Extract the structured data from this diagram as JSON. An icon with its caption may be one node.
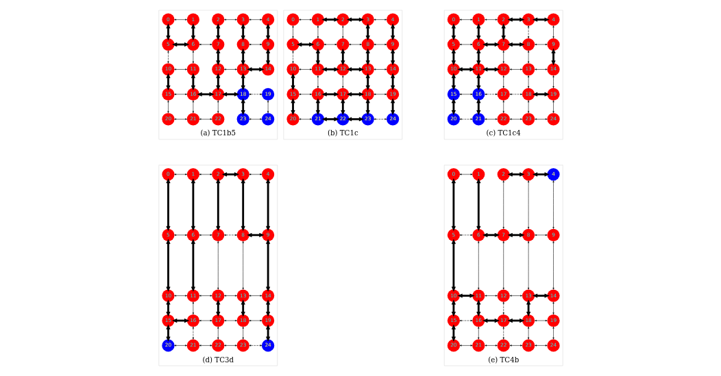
{
  "diagram": {
    "nodes": [
      {
        "text": [
          "(a) TC1b5"
        ]
      },
      {
        "text": [
          "0"
        ],
        "in": 0
      },
      {
        "text": [
          "1"
        ],
        "in": 0
      },
      {
        "text": [
          "2"
        ],
        "in": 0
      },
      {
        "text": [
          "3"
        ],
        "in": 0
      },
      {
        "text": [
          "4"
        ],
        "in": 0
      },
      {
        "text": [
          "5"
        ],
        "in": 0
      },
      {
        "text": [
          "6"
        ],
        "in": 0
      },
      {
        "text": [
          "7"
        ],
        "in": 0
      },
      {
        "text": [
          "8"
        ],
        "in": 0
      },
      {
        "text": [
          "9"
        ],
        "in": 0
      },
      {
        "text": [
          "10"
        ],
        "in": 0
      },
      {
        "text": [
          "11"
        ],
        "in": 0
      },
      {
        "text": [
          "12"
        ],
        "in": 0
      },
      {
        "text": [
          "13"
        ],
        "in": 0
      },
      {
        "text": [
          "14"
        ],
        "in": 0
      },
      {
        "text": [
          "15"
        ],
        "in": 0
      },
      {
        "text": [
          "16"
        ],
        "in": 0
      },
      {
        "text": [
          "17"
        ],
        "in": 0
      },
      {
        "text": [
          "18"
        ],
        "in": 0
      },
      {
        "text": [
          "19"
        ],
        "in": 0
      },
      {
        "text": [
          "20"
        ],
        "in": 0
      },
      {
        "text": [
          "21"
        ],
        "in": 0
      },
      {
        "text": [
          "22"
        ],
        "in": 0
      },
      {
        "text": [
          "23"
        ],
        "in": 0
      },
      {
        "text": [
          "24"
        ],
        "in": 0
      },
      {
        "text": [
          "(b) TC1c"
        ]
      },
      {
        "text": [
          "0"
        ],
        "in": 26
      },
      {
        "text": [
          "1"
        ],
        "in": 26
      },
      {
        "text": [
          "2"
        ],
        "in": 26
      },
      {
        "text": [
          "3"
        ],
        "in": 26
      },
      {
        "text": [
          "4"
        ],
        "in": 26
      },
      {
        "text": [
          "5"
        ],
        "in": 26
      },
      {
        "text": [
          "6"
        ],
        "in": 26
      },
      {
        "text": [
          "7"
        ],
        "in": 26
      },
      {
        "text": [
          "8"
        ],
        "in": 26
      },
      {
        "text": [
          "9"
        ],
        "in": 26
      },
      {
        "text": [
          "10"
        ],
        "in": 26
      },
      {
        "text": [
          "11"
        ],
        "in": 26
      },
      {
        "text": [
          "12"
        ],
        "in": 26
      },
      {
        "text": [
          "13"
        ],
        "in": 26
      },
      {
        "text": [
          "14"
        ],
        "in": 26
      },
      {
        "text": [
          "15"
        ],
        "in": 26
      },
      {
        "text": [
          "16"
        ],
        "in": 26
      },
      {
        "text": [
          "17"
        ],
        "in": 26
      },
      {
        "text": [
          "18"
        ],
        "in": 26
      },
      {
        "text": [
          "19"
        ],
        "in": 26
      },
      {
        "text": [
          "20"
        ],
        "in": 26
      },
      {
        "text": [
          "21"
        ],
        "in": 26
      },
      {
        "text": [
          "22"
        ],
        "in": 26
      },
      {
        "text": [
          "23"
        ],
        "in": 26
      },
      {
        "text": [
          "24"
        ],
        "in": 26
      },
      {
        "text": [
          "(c) TC1c4"
        ]
      },
      {
        "text": [
          "0"
        ],
        "in": 52
      },
      {
        "text": [
          "1"
        ],
        "in": 52
      },
      {
        "text": [
          "2"
        ],
        "in": 52
      },
      {
        "text": [
          "3"
        ],
        "in": 52
      },
      {
        "text": [
          "4"
        ],
        "in": 52
      },
      {
        "text": [
          "5"
        ],
        "in": 52
      },
      {
        "text": [
          "6"
        ],
        "in": 52
      },
      {
        "text": [
          "7"
        ],
        "in": 52
      },
      {
        "text": [
          "8"
        ],
        "in": 52
      },
      {
        "text": [
          "9"
        ],
        "in": 52
      },
      {
        "text": [
          "10"
        ],
        "in": 52
      },
      {
        "text": [
          "11"
        ],
        "in": 52
      },
      {
        "text": [
          "12"
        ],
        "in": 52
      },
      {
        "text": [
          "13"
        ],
        "in": 52
      },
      {
        "text": [
          "14"
        ],
        "in": 52
      },
      {
        "text": [
          "15"
        ],
        "in": 52
      },
      {
        "text": [
          "16"
        ],
        "in": 52
      },
      {
        "text": [
          "17"
        ],
        "in": 52
      },
      {
        "text": [
          "18"
        ],
        "in": 52
      },
      {
        "text": [
          "19"
        ],
        "in": 52
      },
      {
        "text": [
          "20"
        ],
        "in": 52
      },
      {
        "text": [
          "21"
        ],
        "in": 52
      },
      {
        "text": [
          "22"
        ],
        "in": 52
      },
      {
        "text": [
          "23"
        ],
        "in": 52
      },
      {
        "text": [
          "24"
        ],
        "in": 52
      },
      {
        "text": [
          "(d) TC3d"
        ]
      },
      {
        "text": [
          "0"
        ],
        "in": 78
      },
      {
        "text": [
          "1"
        ],
        "in": 78
      },
      {
        "text": [
          "2"
        ],
        "in": 78
      },
      {
        "text": [
          "3"
        ],
        "in": 78
      },
      {
        "text": [
          "4"
        ],
        "in": 78
      },
      {
        "text": [
          "5"
        ],
        "in": 78
      },
      {
        "text": [
          "6"
        ],
        "in": 78
      },
      {
        "text": [
          "7"
        ],
        "in": 78
      },
      {
        "text": [
          "8"
        ],
        "in": 78
      },
      {
        "text": [
          "9"
        ],
        "in": 78
      },
      {
        "text": [
          "10"
        ],
        "in": 78
      },
      {
        "text": [
          "11"
        ],
        "in": 78
      },
      {
        "text": [
          "12"
        ],
        "in": 78
      },
      {
        "text": [
          "13"
        ],
        "in": 78
      },
      {
        "text": [
          "14"
        ],
        "in": 78
      },
      {
        "text": [
          "15"
        ],
        "in": 78
      },
      {
        "text": [
          "16"
        ],
        "in": 78
      },
      {
        "text": [
          "17"
        ],
        "in": 78
      },
      {
        "text": [
          "18"
        ],
        "in": 78
      },
      {
        "text": [
          "19"
        ],
        "in": 78
      },
      {
        "text": [
          "20"
        ],
        "in": 78
      },
      {
        "text": [
          "21"
        ],
        "in": 78
      },
      {
        "text": [
          "22"
        ],
        "in": 78
      },
      {
        "text": [
          "23"
        ],
        "in": 78
      },
      {
        "text": [
          "24"
        ],
        "in": 78
      },
      {
        "text": [
          "(e) TC4b"
        ]
      },
      {
        "text": [
          "0"
        ],
        "in": 104
      },
      {
        "text": [
          "1"
        ],
        "in": 104
      },
      {
        "text": [
          "2"
        ],
        "in": 104
      },
      {
        "text": [
          "3"
        ],
        "in": 104
      },
      {
        "text": [
          "4"
        ],
        "in": 104
      },
      {
        "text": [
          "5"
        ],
        "in": 104
      },
      {
        "text": [
          "6"
        ],
        "in": 104
      },
      {
        "text": [
          "7"
        ],
        "in": 104
      },
      {
        "text": [
          "8"
        ],
        "in": 104
      },
      {
        "text": [
          "9"
        ],
        "in": 104
      },
      {
        "text": [
          "10"
        ],
        "in": 104
      },
      {
        "text": [
          "11"
        ],
        "in": 104
      },
      {
        "text": [
          "12"
        ],
        "in": 104
      },
      {
        "text": [
          "13"
        ],
        "in": 104
      },
      {
        "text": [
          "14"
        ],
        "in": 104
      },
      {
        "text": [
          "15"
        ],
        "in": 104
      },
      {
        "text": [
          "16"
        ],
        "in": 104
      },
      {
        "text": [
          "17"
        ],
        "in": 104
      },
      {
        "text": [
          "18"
        ],
        "in": 104
      },
      {
        "text": [
          "19"
        ],
        "in": 104
      },
      {
        "text": [
          "20"
        ],
        "in": 104
      },
      {
        "text": [
          "21"
        ],
        "in": 104
      },
      {
        "text": [
          "22"
        ],
        "in": 104
      },
      {
        "text": [
          "23"
        ],
        "in": 104
      },
      {
        "text": [
          "24"
        ],
        "in": 104
      }
    ],
    "edges": [
      {
        "from": 1,
        "to": 2,
        "arrow": "both"
      },
      {
        "from": 3,
        "to": 4,
        "arrow": "both"
      },
      {
        "from": 4,
        "to": 5,
        "arrow": "both"
      },
      {
        "from": 6,
        "to": 7,
        "arrow": "both",
        "style": "thick"
      },
      {
        "from": 7,
        "to": 8,
        "arrow": "both"
      },
      {
        "from": 9,
        "to": 10,
        "arrow": "both"
      },
      {
        "from": 11,
        "to": 12,
        "arrow": "both"
      },
      {
        "from": 13,
        "to": 14,
        "arrow": "both"
      },
      {
        "from": 14,
        "to": 15,
        "arrow": "both",
        "style": "thick"
      },
      {
        "from": 16,
        "to": 17,
        "arrow": "both"
      },
      {
        "from": 17,
        "to": 18,
        "arrow": "both",
        "style": "thick"
      },
      {
        "from": 18,
        "to": 19,
        "arrow": "both",
        "style": "thick"
      },
      {
        "from": 19,
        "to": 20,
        "arrow": "both",
        "style": "dashed"
      },
      {
        "from": 21,
        "to": 22,
        "arrow": "both"
      },
      {
        "from": 22,
        "to": 23,
        "arrow": "both"
      },
      {
        "from": 24,
        "to": 25,
        "arrow": "both"
      },
      {
        "from": 1,
        "to": 6,
        "arrow": "both",
        "style": "thick"
      },
      {
        "from": 2,
        "to": 7,
        "arrow": "both",
        "style": "thick"
      },
      {
        "from": 3,
        "to": 8,
        "arrow": "both",
        "style": "thick"
      },
      {
        "from": 4,
        "to": 9,
        "arrow": "both",
        "style": "thick"
      },
      {
        "from": 5,
        "to": 10,
        "arrow": "both",
        "style": "thick"
      },
      {
        "from": 6,
        "to": 11,
        "arrow": "both",
        "style": "dashed"
      },
      {
        "from": 7,
        "to": 12,
        "arrow": "both"
      },
      {
        "from": 8,
        "to": 13,
        "arrow": "both",
        "style": "thick"
      },
      {
        "from": 9,
        "to": 14,
        "arrow": "both",
        "style": "thick"
      },
      {
        "from": 10,
        "to": 15,
        "arrow": "both",
        "style": "thick"
      },
      {
        "from": 11,
        "to": 16,
        "arrow": "both",
        "style": "thick"
      },
      {
        "from": 12,
        "to": 17,
        "arrow": "both",
        "style": "thick"
      },
      {
        "from": 13,
        "to": 18,
        "arrow": "both",
        "style": "thick"
      },
      {
        "from": 14,
        "to": 19,
        "arrow": "both",
        "style": "thick"
      },
      {
        "from": 16,
        "to": 21,
        "arrow": "both"
      },
      {
        "from": 17,
        "to": 22,
        "arrow": "both"
      },
      {
        "from": 18,
        "to": 23,
        "arrow": "both"
      },
      {
        "from": 19,
        "to": 24,
        "arrow": "both",
        "style": "thick"
      },
      {
        "from": 20,
        "to": 25,
        "arrow": "both"
      },
      {
        "from": 27,
        "to": 28,
        "arrow": "both"
      },
      {
        "from": 28,
        "to": 29,
        "arrow": "both",
        "style": "thick"
      },
      {
        "from": 29,
        "to": 30,
        "arrow": "both",
        "style": "thick"
      },
      {
        "from": 30,
        "to": 31,
        "arrow": "both"
      },
      {
        "from": 32,
        "to": 33,
        "arrow": "both",
        "style": "thick"
      },
      {
        "from": 33,
        "to": 34,
        "arrow": "both"
      },
      {
        "from": 34,
        "to": 35,
        "arrow": "both"
      },
      {
        "from": 35,
        "to": 36,
        "arrow": "both"
      },
      {
        "from": 37,
        "to": 38,
        "arrow": "both"
      },
      {
        "from": 38,
        "to": 39,
        "arrow": "both",
        "style": "thick"
      },
      {
        "from": 39,
        "to": 40,
        "arrow": "both",
        "style": "thick"
      },
      {
        "from": 40,
        "to": 41,
        "arrow": "both"
      },
      {
        "from": 42,
        "to": 43,
        "arrow": "both"
      },
      {
        "from": 43,
        "to": 44,
        "arrow": "both",
        "style": "thick"
      },
      {
        "from": 44,
        "to": 45,
        "arrow": "both",
        "style": "thick"
      },
      {
        "from": 45,
        "to": 46,
        "arrow": "both"
      },
      {
        "from": 47,
        "to": 48,
        "arrow": "both"
      },
      {
        "from": 48,
        "to": 49,
        "arrow": "both",
        "style": "thick"
      },
      {
        "from": 49,
        "to": 50,
        "arrow": "both",
        "style": "thick"
      },
      {
        "from": 50,
        "to": 51,
        "arrow": "both",
        "style": "dashed"
      },
      {
        "from": 27,
        "to": 32,
        "arrow": "both"
      },
      {
        "from": 28,
        "to": 33,
        "arrow": "both"
      },
      {
        "from": 29,
        "to": 34,
        "arrow": "both"
      },
      {
        "from": 30,
        "to": 35,
        "arrow": "both",
        "style": "thick"
      },
      {
        "from": 31,
        "to": 36,
        "arrow": "both",
        "style": "thick"
      },
      {
        "from": 32,
        "to": 37,
        "arrow": "both",
        "style": "dashed"
      },
      {
        "from": 33,
        "to": 38,
        "arrow": "both",
        "style": "thick"
      },
      {
        "from": 34,
        "to": 39,
        "arrow": "both",
        "style": "thick"
      },
      {
        "from": 35,
        "to": 40,
        "arrow": "both",
        "style": "thick"
      },
      {
        "from": 36,
        "to": 41,
        "arrow": "both",
        "style": "thick"
      },
      {
        "from": 37,
        "to": 42,
        "arrow": "both",
        "style": "thick"
      },
      {
        "from": 38,
        "to": 43,
        "arrow": "both"
      },
      {
        "from": 39,
        "to": 44,
        "arrow": "both"
      },
      {
        "from": 40,
        "to": 45,
        "arrow": "both",
        "style": "thick"
      },
      {
        "from": 41,
        "to": 46,
        "arrow": "both",
        "style": "thick"
      },
      {
        "from": 42,
        "to": 47,
        "arrow": "both",
        "style": "thick"
      },
      {
        "from": 43,
        "to": 48,
        "arrow": "both",
        "style": "thick"
      },
      {
        "from": 44,
        "to": 49,
        "arrow": "both",
        "style": "thick"
      },
      {
        "from": 45,
        "to": 50,
        "arrow": "both",
        "style": "thick"
      },
      {
        "from": 46,
        "to": 51,
        "arrow": "both",
        "style": "thick"
      },
      {
        "from": 53,
        "to": 54,
        "arrow": "both"
      },
      {
        "from": 54,
        "to": 55,
        "arrow": "both"
      },
      {
        "from": 55,
        "to": 56,
        "arrow": "both",
        "style": "thick"
      },
      {
        "from": 56,
        "to": 57,
        "arrow": "both",
        "style": "thick"
      },
      {
        "from": 58,
        "to": 59,
        "arrow": "both"
      },
      {
        "from": 59,
        "to": 60,
        "arrow": "both",
        "style": "thick"
      },
      {
        "from": 60,
        "to": 61,
        "arrow": "both",
        "style": "thick"
      },
      {
        "from": 61,
        "to": 62,
        "arrow": "both"
      },
      {
        "from": 63,
        "to": 64,
        "arrow": "both",
        "style": "thick"
      },
      {
        "from": 64,
        "to": 65,
        "arrow": "both",
        "style": "thick"
      },
      {
        "from": 65,
        "to": 66,
        "arrow": "both"
      },
      {
        "from": 66,
        "to": 67,
        "arrow": "both"
      },
      {
        "from": 68,
        "to": 69,
        "arrow": "both"
      },
      {
        "from": 69,
        "to": 70,
        "arrow": "both",
        "style": "dashed"
      },
      {
        "from": 70,
        "to": 71,
        "arrow": "both",
        "style": "dashed"
      },
      {
        "from": 71,
        "to": 72,
        "arrow": "both",
        "style": "thick"
      },
      {
        "from": 73,
        "to": 74,
        "arrow": "both",
        "style": "dashed"
      },
      {
        "from": 74,
        "to": 75,
        "arrow": "both"
      },
      {
        "from": 75,
        "to": 76,
        "arrow": "both"
      },
      {
        "from": 76,
        "to": 77,
        "arrow": "both"
      },
      {
        "from": 53,
        "to": 58,
        "arrow": "both",
        "style": "thick"
      },
      {
        "from": 54,
        "to": 59,
        "arrow": "both",
        "style": "thick"
      },
      {
        "from": 55,
        "to": 60,
        "arrow": "both",
        "style": "thick"
      },
      {
        "from": 56,
        "to": 61,
        "arrow": "both",
        "style": "dashed"
      },
      {
        "from": 57,
        "to": 62,
        "arrow": "both"
      },
      {
        "from": 58,
        "to": 63,
        "arrow": "both",
        "style": "thick"
      },
      {
        "from": 59,
        "to": 64,
        "arrow": "both",
        "style": "thick"
      },
      {
        "from": 60,
        "to": 65,
        "arrow": "both"
      },
      {
        "from": 61,
        "to": 66,
        "arrow": "both"
      },
      {
        "from": 62,
        "to": 67,
        "arrow": "both",
        "style": "thick"
      },
      {
        "from": 63,
        "to": 68,
        "arrow": "both",
        "style": "thick"
      },
      {
        "from": 64,
        "to": 69,
        "arrow": "both",
        "style": "thick"
      },
      {
        "from": 65,
        "to": 70,
        "arrow": "both"
      },
      {
        "from": 66,
        "to": 71,
        "arrow": "both"
      },
      {
        "from": 67,
        "to": 72,
        "arrow": "both"
      },
      {
        "from": 68,
        "to": 73,
        "arrow": "both",
        "style": "thick"
      },
      {
        "from": 69,
        "to": 74,
        "arrow": "both",
        "style": "thick"
      },
      {
        "from": 70,
        "to": 75,
        "arrow": "both"
      },
      {
        "from": 71,
        "to": 76,
        "arrow": "both"
      },
      {
        "from": 72,
        "to": 77,
        "arrow": "both"
      },
      {
        "from": 79,
        "to": 80,
        "arrow": "both"
      },
      {
        "from": 80,
        "to": 81,
        "arrow": "both"
      },
      {
        "from": 81,
        "to": 82,
        "arrow": "both",
        "style": "thick"
      },
      {
        "from": 82,
        "to": 83,
        "arrow": "both"
      },
      {
        "from": 84,
        "to": 85,
        "arrow": "both"
      },
      {
        "from": 85,
        "to": 86,
        "arrow": "both"
      },
      {
        "from": 86,
        "to": 87,
        "arrow": "both",
        "style": "dashed"
      },
      {
        "from": 87,
        "to": 88,
        "arrow": "both",
        "style": "thick"
      },
      {
        "from": 89,
        "to": 90,
        "arrow": "both"
      },
      {
        "from": 90,
        "to": 91,
        "arrow": "both"
      },
      {
        "from": 91,
        "to": 92,
        "arrow": "both"
      },
      {
        "from": 92,
        "to": 93,
        "arrow": "both"
      },
      {
        "from": 94,
        "to": 95,
        "arrow": "both",
        "style": "thick"
      },
      {
        "from": 95,
        "to": 96,
        "arrow": "both"
      },
      {
        "from": 96,
        "to": 97,
        "arrow": "both"
      },
      {
        "from": 97,
        "to": 98,
        "arrow": "both"
      },
      {
        "from": 99,
        "to": 100,
        "arrow": "both"
      },
      {
        "from": 100,
        "to": 101,
        "arrow": "both"
      },
      {
        "from": 101,
        "to": 102,
        "arrow": "both"
      },
      {
        "from": 102,
        "to": 103,
        "arrow": "both",
        "style": "dashed"
      },
      {
        "from": 79,
        "to": 84,
        "arrow": "both",
        "style": "thick"
      },
      {
        "from": 80,
        "to": 85,
        "arrow": "both",
        "style": "thick"
      },
      {
        "from": 81,
        "to": 86,
        "arrow": "both",
        "style": "thick"
      },
      {
        "from": 82,
        "to": 87,
        "arrow": "both",
        "style": "thick"
      },
      {
        "from": 83,
        "to": 88,
        "arrow": "both",
        "style": "thick"
      },
      {
        "from": 84,
        "to": 89,
        "arrow": "both",
        "style": "thick"
      },
      {
        "from": 85,
        "to": 90,
        "arrow": "both",
        "style": "thick"
      },
      {
        "from": 86,
        "to": 91,
        "arrow": "both"
      },
      {
        "from": 87,
        "to": 92,
        "arrow": "both"
      },
      {
        "from": 88,
        "to": 93,
        "arrow": "both",
        "style": "thick"
      },
      {
        "from": 89,
        "to": 94,
        "arrow": "both",
        "style": "thick"
      },
      {
        "from": 90,
        "to": 95,
        "arrow": "both"
      },
      {
        "from": 91,
        "to": 96,
        "arrow": "both",
        "style": "thick"
      },
      {
        "from": 92,
        "to": 97,
        "arrow": "both",
        "style": "thick"
      },
      {
        "from": 93,
        "to": 98,
        "arrow": "both",
        "style": "thick"
      },
      {
        "from": 94,
        "to": 99,
        "arrow": "both",
        "style": "thick"
      },
      {
        "from": 95,
        "to": 100,
        "arrow": "both",
        "style": "dashed"
      },
      {
        "from": 96,
        "to": 101,
        "arrow": "both"
      },
      {
        "from": 97,
        "to": 102,
        "arrow": "both"
      },
      {
        "from": 98,
        "to": 103,
        "arrow": "both",
        "style": "thick"
      },
      {
        "from": 105,
        "to": 106,
        "arrow": "both"
      },
      {
        "from": 107,
        "to": 108,
        "arrow": "both",
        "style": "thick"
      },
      {
        "from": 108,
        "to": 109,
        "arrow": "both",
        "style": "thick"
      },
      {
        "from": 110,
        "to": 111,
        "arrow": "both",
        "style": "dashed"
      },
      {
        "from": 111,
        "to": 112,
        "arrow": "both",
        "style": "thick"
      },
      {
        "from": 112,
        "to": 113,
        "arrow": "both",
        "style": "thick"
      },
      {
        "from": 113,
        "to": 114,
        "arrow": "both"
      },
      {
        "from": 115,
        "to": 116,
        "arrow": "both",
        "style": "thick"
      },
      {
        "from": 116,
        "to": 117,
        "arrow": "both"
      },
      {
        "from": 117,
        "to": 118,
        "arrow": "both"
      },
      {
        "from": 118,
        "to": 119,
        "arrow": "both",
        "style": "thick"
      },
      {
        "from": 120,
        "to": 121,
        "arrow": "both",
        "style": "dashed"
      },
      {
        "from": 121,
        "to": 122,
        "arrow": "both",
        "style": "thick"
      },
      {
        "from": 122,
        "to": 123,
        "arrow": "both",
        "style": "thick"
      },
      {
        "from": 123,
        "to": 124,
        "arrow": "both"
      },
      {
        "from": 125,
        "to": 126,
        "arrow": "both"
      },
      {
        "from": 126,
        "to": 127,
        "arrow": "both"
      },
      {
        "from": 127,
        "to": 128,
        "arrow": "both"
      },
      {
        "from": 128,
        "to": 129,
        "arrow": "both"
      },
      {
        "from": 105,
        "to": 110,
        "arrow": "both",
        "style": "thick"
      },
      {
        "from": 106,
        "to": 111,
        "arrow": "both",
        "style": "thick"
      },
      {
        "from": 107,
        "to": 112,
        "arrow": "both"
      },
      {
        "from": 108,
        "to": 113,
        "arrow": "both"
      },
      {
        "from": 109,
        "to": 114,
        "arrow": "both"
      },
      {
        "from": 110,
        "to": 115,
        "arrow": "both",
        "style": "thick"
      },
      {
        "from": 111,
        "to": 116,
        "arrow": "both"
      },
      {
        "from": 112,
        "to": 117,
        "arrow": "both"
      },
      {
        "from": 113,
        "to": 118,
        "arrow": "both"
      },
      {
        "from": 114,
        "to": 119,
        "arrow": "both"
      },
      {
        "from": 115,
        "to": 120,
        "arrow": "both",
        "style": "thick"
      },
      {
        "from": 116,
        "to": 121,
        "arrow": "both",
        "style": "thick"
      },
      {
        "from": 117,
        "to": 122,
        "arrow": "both",
        "style": "dashed"
      },
      {
        "from": 118,
        "to": 123,
        "arrow": "both",
        "style": "thick"
      },
      {
        "from": 119,
        "to": 124,
        "arrow": "both"
      },
      {
        "from": 120,
        "to": 125,
        "arrow": "both",
        "style": "thick"
      },
      {
        "from": 121,
        "to": 126,
        "arrow": "both"
      },
      {
        "from": 122,
        "to": 127,
        "arrow": "both",
        "style": "dashed"
      },
      {
        "from": 123,
        "to": 128,
        "arrow": "both"
      },
      {
        "from": 124,
        "to": 129,
        "arrow": "both"
      }
    ]
  }
}
